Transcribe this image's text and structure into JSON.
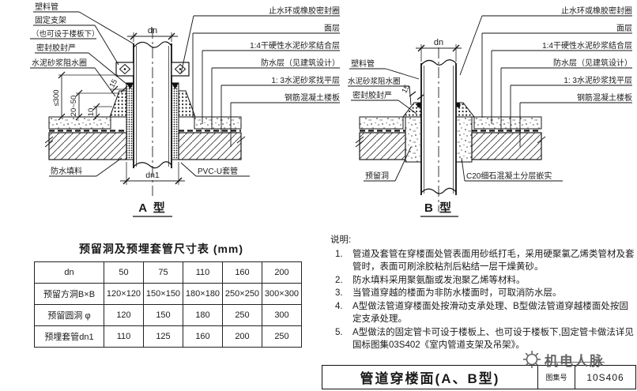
{
  "page": {
    "background": "#ffffff",
    "ink": "#1a1a1a"
  },
  "diagram_a": {
    "caption": "A 型",
    "labels_left": [
      "塑料管",
      "固定支架",
      "（也可设于楼板下）",
      "密封胶封严",
      "水泥砂浆阻水圈"
    ],
    "labels_right": [
      "止水环或橡胶密封圈",
      "面层",
      "1:4干硬性水泥砂浆结合层",
      "防水层（见建筑设计）",
      "1: 3水泥砂浆找平层",
      "钢筋混凝土楼板"
    ],
    "label_filler": "防水填料",
    "label_sleeve": "PVC-U套管",
    "dims": {
      "dn": "dn",
      "dn1": "dn1",
      "h_max": "≤300",
      "h_range": "20~50",
      "t10": "10",
      "t15": "15"
    }
  },
  "diagram_b": {
    "caption": "B 型",
    "labels_left": [
      "塑料管",
      "水泥砂浆阻水圈",
      "密封胶封严"
    ],
    "labels_right": [
      "止水环或橡胶密封圈",
      "面层",
      "1:4干硬性水泥砂浆结合层",
      "防水层（见建筑设计）",
      "1: 3水泥砂浆找平层",
      "钢筋混凝土楼板"
    ],
    "label_hole": "预留洞",
    "label_fill": "C20细石混凝土分层嵌实",
    "dims": {
      "dn": "dn",
      "t15": "15"
    }
  },
  "size_table": {
    "title": "预留洞及预埋套管尺寸表 (mm)",
    "header": [
      "dn",
      "50",
      "75",
      "110",
      "160",
      "200"
    ],
    "rows": [
      [
        "预留方洞B×B",
        "120×120",
        "150×150",
        "180×180",
        "250×250",
        "300×300"
      ],
      [
        "预留圆洞 φ",
        "120",
        "150",
        "180",
        "250",
        "300"
      ],
      [
        "预埋套管dn1",
        "110",
        "125",
        "160",
        "200",
        "250"
      ]
    ]
  },
  "notes": {
    "heading": "说明:",
    "items": [
      {
        "num": "1.",
        "text": "管道及套管在穿楼面处管表面用砂纸打毛，采用硬聚氯乙烯类管材及套管时，表面可刷涂胶粘剂后粘结一层干燥黄砂。"
      },
      {
        "num": "2.",
        "text": "防水填料采用聚氨酯或发泡聚乙烯等材料。"
      },
      {
        "num": "3.",
        "text": "当管道穿越的楼面为非防水楼面时，可取消防水层。"
      },
      {
        "num": "4.",
        "text": "A型做法管道穿楼面处按滑动支承处理、B型做法管道穿越楼面处按固定支承处理。"
      },
      {
        "num": "5.",
        "text": "A型做法的固定管卡可设于楼板上、也可设于楼板下,固定管卡做法详见国标图集03S402《室内管道支架及吊架》。"
      }
    ]
  },
  "title_block": {
    "title": "管道穿楼面(A、B型)",
    "atlas_label": "图集号",
    "atlas_no": "10S406"
  },
  "watermark": {
    "text": "机电人脉"
  }
}
